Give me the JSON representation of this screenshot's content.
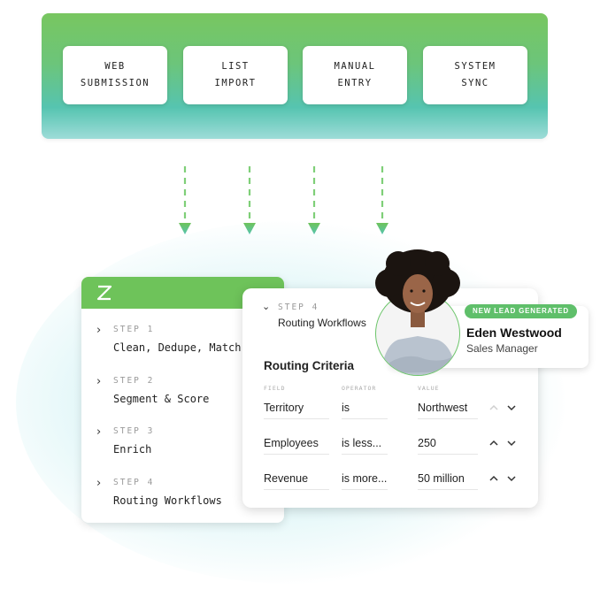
{
  "sources": [
    {
      "label": "WEB\nSUBMISSION"
    },
    {
      "label": "LIST\nIMPORT"
    },
    {
      "label": "MANUAL\nENTRY"
    },
    {
      "label": "SYSTEM\nSYNC"
    }
  ],
  "steps_panel": {
    "logo_icon": "zendesk-z-icon",
    "steps": [
      {
        "num": "STEP 1",
        "name": "Clean, Dedupe, Match"
      },
      {
        "num": "STEP 2",
        "name": "Segment & Score"
      },
      {
        "num": "STEP 3",
        "name": "Enrich"
      },
      {
        "num": "STEP 4",
        "name": "Routing Workflows"
      }
    ]
  },
  "routing_panel": {
    "step": "STEP 4",
    "title": "Routing Workflows",
    "criteria_title": "Routing Criteria",
    "columns": {
      "field": "FIELD",
      "operator": "OPERATOR",
      "value": "VALUE"
    },
    "rows": [
      {
        "field": "Territory",
        "operator": "is",
        "value": "Northwest"
      },
      {
        "field": "Employees",
        "operator": "is less...",
        "value": "250"
      },
      {
        "field": "Revenue",
        "operator": "is more...",
        "value": "50 million"
      }
    ]
  },
  "profile": {
    "badge": "NEW LEAD GENERATED",
    "name": "Eden Westwood",
    "role": "Sales Manager"
  },
  "colors": {
    "green": "#6ec35a",
    "teal": "#56c4b0",
    "badge": "#5fbf6a"
  }
}
